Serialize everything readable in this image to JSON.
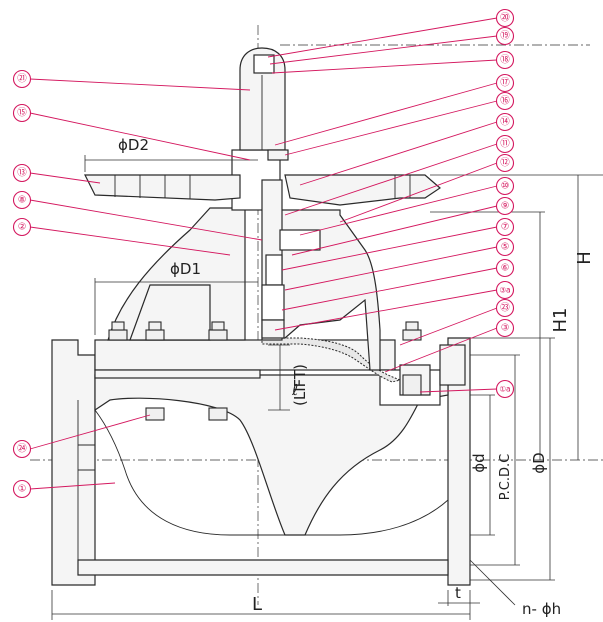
{
  "balloons": [
    {
      "id": "b20",
      "label": "⑳"
    },
    {
      "id": "b19",
      "label": "⑲"
    },
    {
      "id": "b18",
      "label": "⑱"
    },
    {
      "id": "b21",
      "label": "㉑"
    },
    {
      "id": "b17",
      "label": "⑰"
    },
    {
      "id": "b16",
      "label": "⑯"
    },
    {
      "id": "b15",
      "label": "⑮"
    },
    {
      "id": "b14",
      "label": "⑭"
    },
    {
      "id": "b11",
      "label": "⑪"
    },
    {
      "id": "b13",
      "label": "⑬"
    },
    {
      "id": "b12",
      "label": "⑫"
    },
    {
      "id": "b10",
      "label": "⑩"
    },
    {
      "id": "b8",
      "label": "⑧"
    },
    {
      "id": "b9",
      "label": "⑨"
    },
    {
      "id": "b2",
      "label": "②"
    },
    {
      "id": "b7",
      "label": "⑦"
    },
    {
      "id": "b5",
      "label": "⑤"
    },
    {
      "id": "b6",
      "label": "⑥"
    },
    {
      "id": "b3a",
      "label": "③a"
    },
    {
      "id": "b23",
      "label": "㉓"
    },
    {
      "id": "b3",
      "label": "③"
    },
    {
      "id": "b1a",
      "label": "①a"
    },
    {
      "id": "b24",
      "label": "㉔"
    },
    {
      "id": "b1",
      "label": "①"
    }
  ],
  "dimensions": {
    "D2": "ϕD2",
    "D1": "ϕD1",
    "H": "H",
    "H1": "H1",
    "lift_symbol": "ℓ",
    "lift": "(LIFT)",
    "d": "ϕd",
    "PCD": "P.C.D.C",
    "D": "ϕD",
    "L": "L",
    "t": "t",
    "nh": "n- ϕh"
  }
}
